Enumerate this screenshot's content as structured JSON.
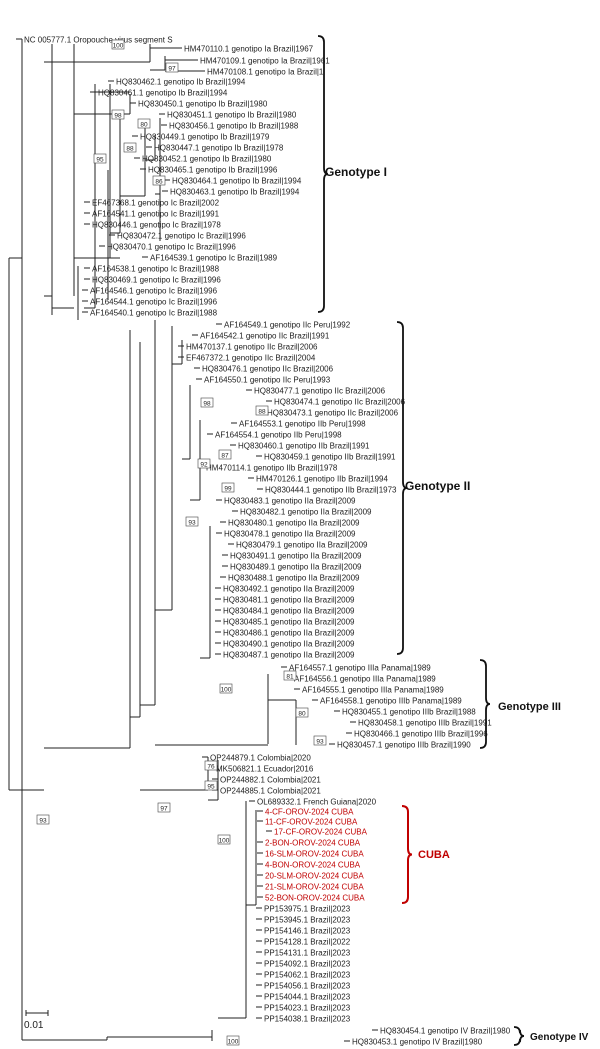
{
  "leaves": [
    "NC 005777.1 Oropouche virus segment S",
    "HM470110.1 genotipo Ia Brazil|1967",
    "HM470109.1 genotipo Ia Brazil|1961",
    "HM470108.1 genotipo Ia Brazil|1",
    "HQ830462.1 genotipo Ib Brazil|1994",
    "HQ830461.1 genotipo Ib Brazil|1994",
    "HQ830450.1 genotipo Ib Brazil|1980",
    "HQ830451.1 genotipo Ib Brazil|1980",
    "HQ830456.1 genotipo Ib Brazil|1988",
    "HQ830449.1 genotipo Ib Brazil|1979",
    "HQ830447.1 genotipo Ib Brazil|1978",
    "HQ830452.1 genotipo Ib Brazil|1980",
    "HQ830465.1 genotipo Ib Brazil|1996",
    "HQ830464.1 genotipo Ib Brazil|1994",
    "HQ830463.1 genotipo Ib Brazil|1994",
    "EF467368.1 genotipo Ic Brazil|2002",
    "AF164541.1 genotipo Ic Brazil|1991",
    "HQ830446.1 genotipo Ic Brazil|1978",
    "HQ830472.1 genotipo Ic Brazil|1996",
    "HQ830470.1 genotipo Ic Brazil|1996",
    "AF164539.1 genotipo Ic Brazil|1989",
    "AF164538.1 genotipo Ic Brazil|1988",
    "HQ830469.1 genotipo Ic Brazil|1996",
    "AF164546.1 genotipo Ic Brazil|1996",
    "AF164544.1 genotipo Ic Brazil|1996",
    "AF164540.1 genotipo Ic Brazil|1988",
    "AF164549.1 genotipo IIc Peru|1992",
    "AF164542.1 genotipo IIc Brazil|1991",
    "HM470137.1 genotipo IIc Brazil|2006",
    "EF467372.1 genotipo IIc Brazil|2004",
    "HQ830476.1 genotipo IIc Brazil|2006",
    "AF164550.1 genotipo IIc Peru|1993",
    "HQ830477.1 genotipo IIc Brazil|2006",
    "HQ830474.1 genotipo IIc Brazil|2006",
    "HQ830473.1 genotipo IIc Brazil|2006",
    "AF164553.1 genotipo IIb Peru|1998",
    "AF164554.1 genotipo IIb Peru|1998",
    "HQ830460.1 genotipo IIb Brazil|1991",
    "HQ830459.1 genotipo IIb Brazil|1991",
    "HM470114.1 genotipo IIb Brazil|1978",
    "HM470126.1 genotipo IIb Brazil|1994",
    "HQ830444.1 genotipo IIb Brazil|1973",
    "HQ830483.1 genotipo IIa Brazil|2009",
    "HQ830482.1 genotipo IIa Brazil|2009",
    "HQ830480.1 genotipo IIa Brazil|2009",
    "HQ830478.1 genotipo IIa Brazil|2009",
    "HQ830479.1 genotipo IIa Brazil|2009",
    "HQ830491.1 genotipo IIa Brazil|2009",
    "HQ830489.1 genotipo IIa Brazil|2009",
    "HQ830488.1 genotipo IIa Brazil|2009",
    "HQ830492.1 genotipo IIa Brazil|2009",
    "HQ830481.1 genotipo IIa Brazil|2009",
    "HQ830484.1 genotipo IIa Brazil|2009",
    "HQ830485.1 genotipo IIa Brazil|2009",
    "HQ830486.1 genotipo IIa Brazil|2009",
    "HQ830490.1 genotipo IIa Brazil|2009",
    "HQ830487.1 genotipo IIa Brazil|2009",
    "AF164557.1 genotipo IIIa Panama|1989",
    "AF164556.1 genotipo IIIa Panama|1989",
    "AF164555.1 genotipo IIIa Panama|1989",
    "AF164558.1 genotipo IIIb Panama|1989",
    "HQ830455.1 genotipo IIIb Brazil|1988",
    "HQ830458.1 genotipo IIIb Brazil|1991",
    "HQ830466.1 genotipo IIIb Brazil|1996",
    "HQ830457.1 genotipo IIIb Brazil|1990",
    "OP244879.1 Colombia|2020",
    "MK506821.1 Ecuador|2016",
    "OP244882.1 Colombia|2021",
    "OP244885.1 Colombia|2021",
    "OL689332.1 French Guiana|2020",
    "4-CF-OROV-2024 CUBA",
    "11-CF-OROV-2024 CUBA",
    "17-CF-OROV-2024 CUBA",
    "2-BON-OROV-2024 CUBA",
    "16-SLM-OROV-2024 CUBA",
    "4-BON-OROV-2024 CUBA",
    "20-SLM-OROV-2024 CUBA",
    "21-SLM-OROV-2024 CUBA",
    "52-BON-OROV-2024 CUBA",
    "PP153975.1 Brazil|2023",
    "PP153945.1 Brazil|2023",
    "PP154146.1 Brazil|2023",
    "PP154128.1 Brazil|2022",
    "PP154131.1 Brazil|2023",
    "PP154092.1 Brazil|2023",
    "PP154062.1 Brazil|2023",
    "PP154056.1 Brazil|2023",
    "PP154044.1 Brazil|2023",
    "PP154023.1 Brazil|2023",
    "PP154038.1 Brazil|2023",
    "HQ830454.1 genotipo IV Brazil|1980",
    "HQ830453.1 genotipo IV Brazil|1980"
  ],
  "bootstrap": [
    "100",
    "97",
    "98",
    "80",
    "88",
    "95",
    "86",
    "98",
    "88",
    "92",
    "87",
    "99",
    "93",
    "100",
    "81",
    "80",
    "93",
    "76",
    "95",
    "97",
    "100",
    "93",
    "100"
  ],
  "clades": [
    {
      "label": "Genotype I"
    },
    {
      "label": "Genotype  II"
    },
    {
      "label": "Genotype  III"
    },
    {
      "label": "CUBA"
    },
    {
      "label": "Genotype IV"
    }
  ],
  "scale_bar": {
    "label": "0.01"
  },
  "colors": {
    "cuba": "#c00000",
    "tree": "#222222"
  }
}
